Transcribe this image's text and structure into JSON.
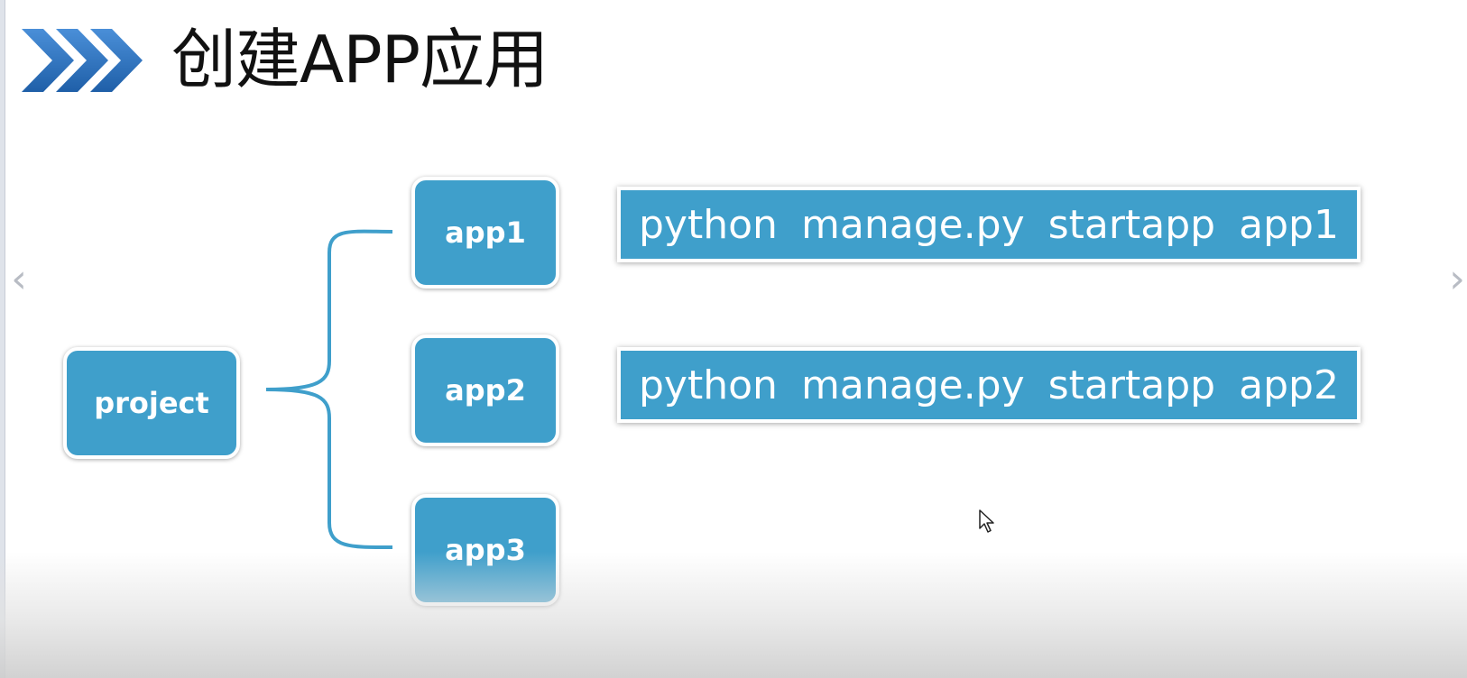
{
  "slide": {
    "title": "创建APP应用",
    "colors": {
      "accent": "#3f9fcb",
      "chevron_dark": "#1f5fa8",
      "chevron_light": "#4a8fd8"
    }
  },
  "diagram": {
    "root": "project",
    "apps": [
      "app1",
      "app2",
      "app3"
    ]
  },
  "commands": [
    {
      "words": [
        "python",
        "manage.py",
        "startapp",
        "app1"
      ]
    },
    {
      "words": [
        "python",
        "manage.py",
        "startapp",
        "app2"
      ]
    }
  ],
  "navigation": {
    "prev_icon": "chevron-left-icon",
    "next_icon": "chevron-right-icon",
    "prev_glyph": "‹",
    "next_glyph": "›"
  }
}
